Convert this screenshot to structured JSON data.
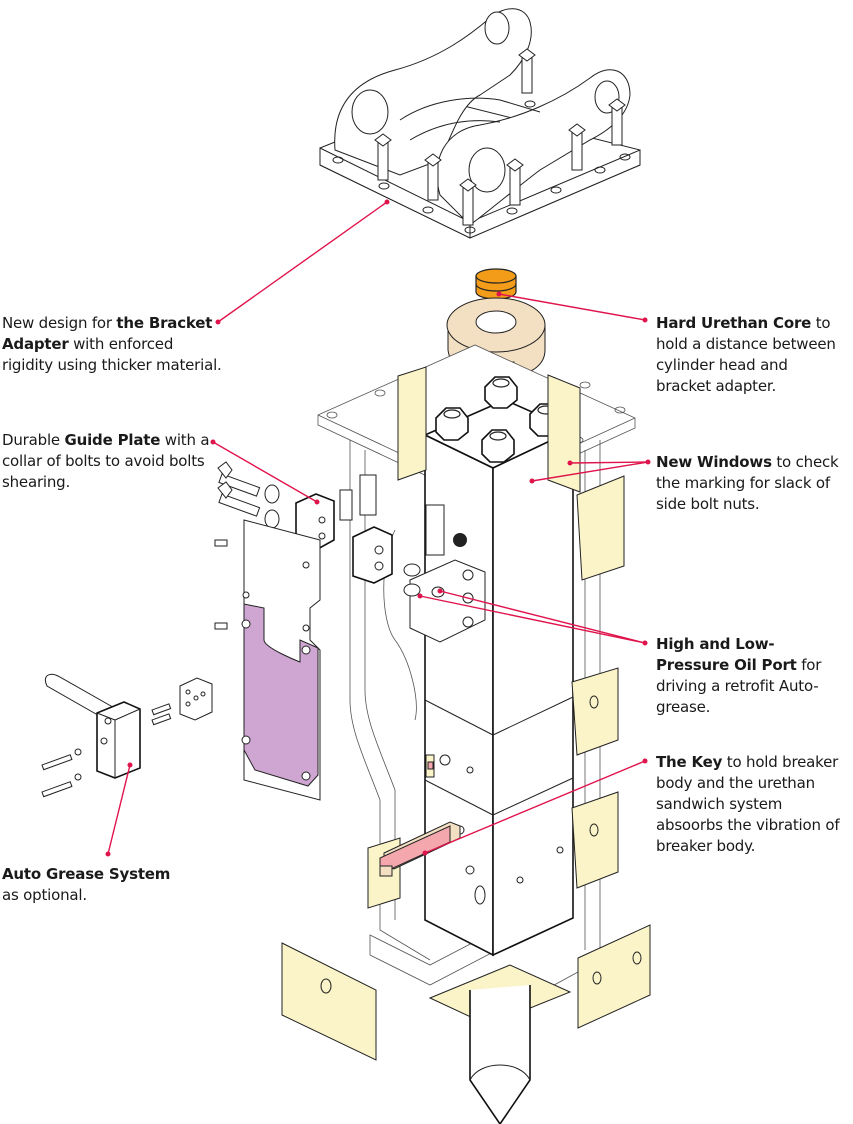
{
  "figure": {
    "subject": "Hydraulic breaker exploded view",
    "colors": {
      "leader": "#e0144c",
      "urethane_core": "#f39c1a",
      "urethane_ring": "#f3dfc2",
      "urethane_pads": "#fbf4c9",
      "guide_plate_cover": "#cfa6d2",
      "key": "#f4a7ad",
      "line_art": "#222222"
    }
  },
  "callouts": {
    "bracket": {
      "pre": "New design for ",
      "bold": "the Bracket Adapter",
      "post": " with enforced rigidity using thicker material."
    },
    "guide_plate": {
      "pre": "Durable ",
      "bold": "Guide Plate",
      "post": " with a collar of bolts to avoid bolts shearing."
    },
    "auto_grease": {
      "pre": "",
      "bold": "Auto Grease System",
      "post": " as optional."
    },
    "urethan_core": {
      "pre": "",
      "bold": "Hard Urethan Core",
      "post": " to hold a distance between cylinder head and bracket adapter."
    },
    "windows": {
      "pre": "",
      "bold": "New Windows",
      "post": " to check the marking for slack of side bolt nuts."
    },
    "oil_port": {
      "pre": "",
      "bold": "High and Low-Pressure Oil Port",
      "post": " for driving a retrofit Auto-grease."
    },
    "key": {
      "pre": "",
      "bold": "The Key",
      "post": " to hold breaker body and the urethan sandwich system absoorbs the vibration of breaker body."
    }
  }
}
